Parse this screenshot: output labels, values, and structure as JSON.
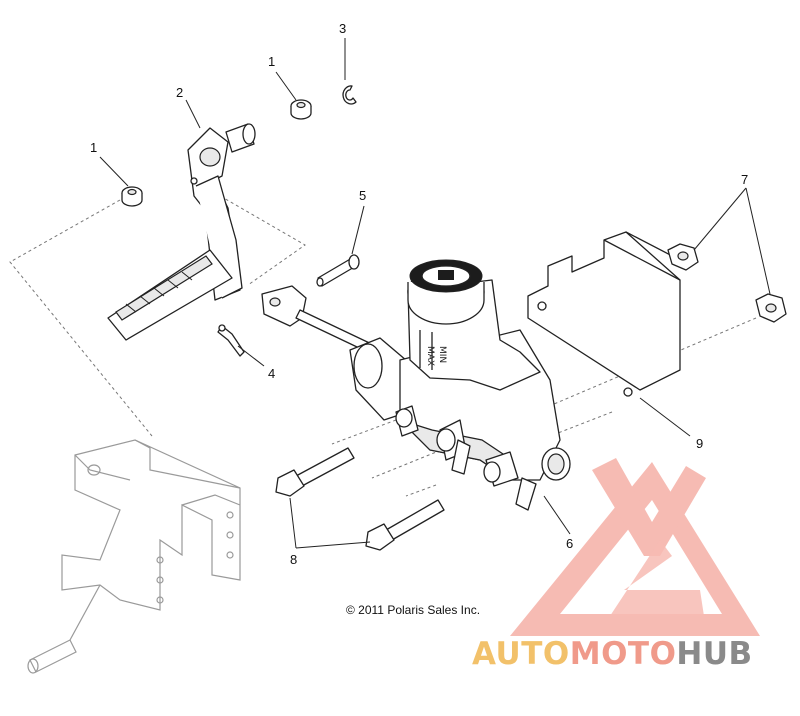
{
  "callouts": {
    "c1a": "1",
    "c1b": "1",
    "c2": "2",
    "c3": "3",
    "c4": "4",
    "c5": "5",
    "c6": "6",
    "c7": "7",
    "c8": "8",
    "c9": "9"
  },
  "copyright": "© 2011 Polaris Sales Inc.",
  "reservoir_label": [
    "MAX",
    "MIN"
  ],
  "watermark": {
    "word_part_1": "AUTO",
    "word_part_2": "MOTO",
    "word_part_3": "HUB",
    "colors": {
      "part_1": "#f2c16a",
      "part_2": "#f09a8a",
      "part_3": "#8a8a8a",
      "triangle": "#f4a59a"
    }
  }
}
